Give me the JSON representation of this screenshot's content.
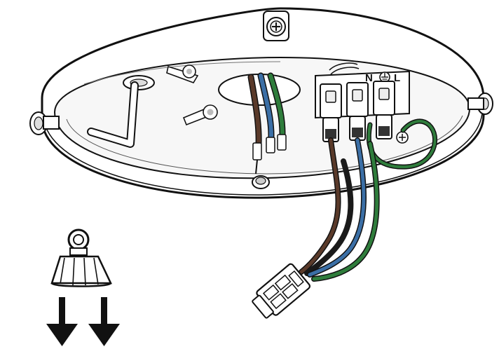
{
  "terminal_block": {
    "labels": [
      "N",
      "L"
    ],
    "ground_symbol_icon": "earth-ground-icon"
  },
  "wires": {
    "neutral": {
      "name": "neutral-wire",
      "color": "#5a3a2a"
    },
    "live": {
      "name": "live-wire",
      "color": "#3b6fa6"
    },
    "ground": {
      "name": "ground-wire",
      "color": "#2f7d3c"
    },
    "black": {
      "name": "black-wire",
      "color": "#1a1a1a"
    }
  },
  "parts": {
    "canopy": "ceiling-canopy",
    "mounting_screws": "mounting-screw-icon",
    "hook": "hanging-hook",
    "connector": "wire-connector-plug",
    "cap": "canopy-cap-nut",
    "arrows": "down-arrow-icon"
  }
}
